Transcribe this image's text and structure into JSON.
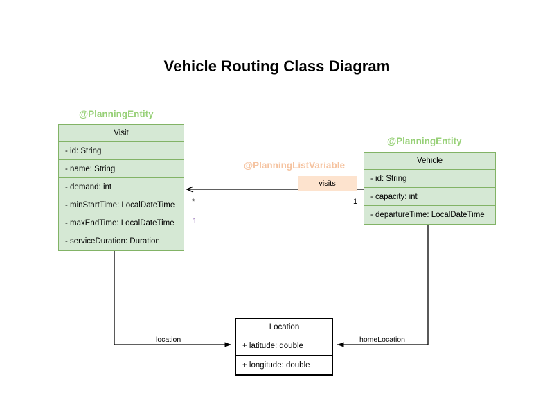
{
  "diagram": {
    "title": "Vehicle Routing Class Diagram",
    "type": "uml-class-diagram",
    "colors": {
      "entity_fill": "#d5e8d4",
      "entity_stroke": "#82b366",
      "stereotype_green": "#97d077",
      "stereotype_orange": "#f5c3a0",
      "assoc_chip_fill": "#fde3ce",
      "plain_fill": "#ffffff",
      "plain_stroke": "#000000",
      "multiplicity_purple": "#9a77b8",
      "edge_stroke": "#000000"
    }
  },
  "classes": [
    {
      "id": "visit",
      "stereotype": "@PlanningEntity",
      "name": "Visit",
      "attributes": [
        "- id: String",
        "- name: String",
        "- demand: int",
        "- minStartTime: LocalDateTime",
        "- maxEndTime: LocalDateTime",
        "- serviceDuration: Duration"
      ]
    },
    {
      "id": "vehicle",
      "stereotype": "@PlanningEntity",
      "name": "Vehicle",
      "attributes": [
        "- id: String",
        "- capacity: int",
        "- departureTime: LocalDateTime"
      ]
    },
    {
      "id": "location",
      "stereotype": "",
      "name": "Location",
      "attributes": [
        "+ latitude: double",
        "+ longitude: double"
      ]
    }
  ],
  "associations": [
    {
      "id": "vehicle-visits",
      "stereotype": "@PlanningListVariable",
      "label": "visits",
      "source": "Vehicle",
      "target": "Visit",
      "source_multiplicity": "1",
      "target_multiplicity": "*",
      "extra_multiplicity": "1"
    },
    {
      "id": "visit-location",
      "label": "location",
      "source": "Visit",
      "target": "Location"
    },
    {
      "id": "vehicle-homelocation",
      "label": "homeLocation",
      "source": "Vehicle",
      "target": "Location"
    }
  ]
}
